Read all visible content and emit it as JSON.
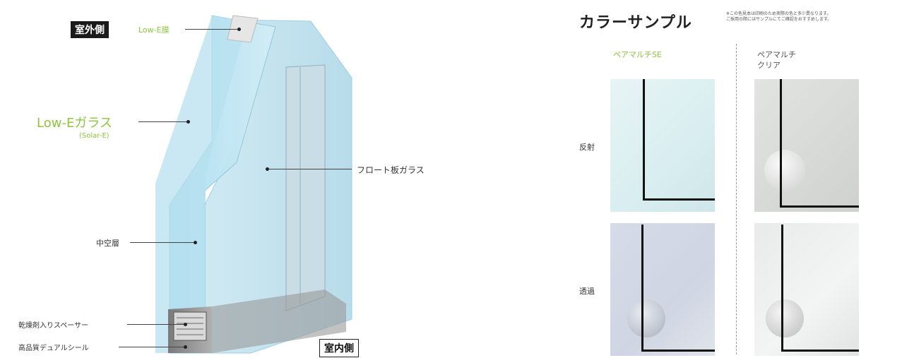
{
  "diagram": {
    "outdoor_side": "室外側",
    "indoor_side": "室内側",
    "low_e_film": "Low-E膜",
    "low_e_glass": "Low-Eガラス",
    "low_e_glass_sub": "(Solar-E)",
    "float_glass": "フロート板ガラス",
    "air_layer": "中空層",
    "spacer": "乾燥剤入りスペーサー",
    "seal": "高品質デュアルシール"
  },
  "samples": {
    "title": "カラーサンプル",
    "note_line1": "※この色見本は印刷のため実際の色と多少異なります。",
    "note_line2": "ご採用の際にはサンプルにてご確認をおすすめします。",
    "columns": [
      {
        "line1": "ペアマルチSE",
        "line2": "",
        "color": "#8cc63f"
      },
      {
        "line1": "ペアマルチ",
        "line2": "クリア",
        "color": "#555555"
      }
    ],
    "rows": [
      "反射",
      "透過"
    ]
  },
  "colors": {
    "accent_green": "#8cc63f",
    "glass_blue": "#bfe3f0"
  }
}
